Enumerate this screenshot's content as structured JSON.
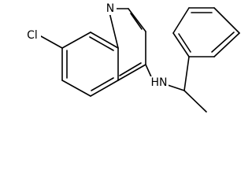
{
  "molecule": {
    "atoms": {
      "N1": "N",
      "Cl": "Cl",
      "NH": "HN"
    }
  }
}
